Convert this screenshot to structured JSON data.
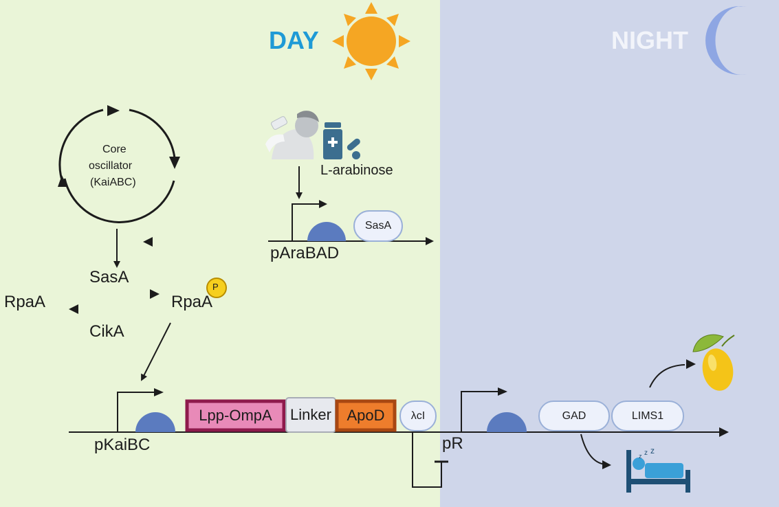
{
  "header": {
    "day": "DAY",
    "night": "NIGHT"
  },
  "colors": {
    "day_bg": "#eaf5d8",
    "night_bg": "#cfd6ea",
    "day_text": "#1f9ad6",
    "night_text": "#f2f4fa",
    "sun": "#f5a623",
    "moon": "#8ea6e3",
    "promoter": "#5b7bbf",
    "pill_fill": "#edf1fb",
    "pill_stroke": "#9ab0d8",
    "lpp_fill": "#e88ab8",
    "lpp_stroke": "#8e1a4c",
    "linker_fill": "#e7e9ee",
    "linker_stroke": "#a8acb5",
    "apod_fill": "#ee7d2c",
    "apod_stroke": "#a84712",
    "phospho": "#f6cf1e"
  },
  "oscillator": {
    "label_line1": "Core",
    "label_line2": "oscillator",
    "label_line3": "(KaiABC)"
  },
  "inducer": {
    "label": "L-arabinose"
  },
  "pathway": {
    "sasa": "SasA",
    "rpaa_left": "RpaA",
    "rpaa_right": "RpaA",
    "cika": "CikA",
    "phospho": "P"
  },
  "arabinose_operon": {
    "promoter": "pAraBAD",
    "gene": "SasA"
  },
  "main_operon": {
    "promoter": "pKaiBC",
    "parts": [
      "Lpp-OmpA",
      "Linker",
      "ApoD",
      "λcI"
    ],
    "promoter2": "pR",
    "genes": [
      "GAD",
      "LIMS1"
    ]
  },
  "icons": {
    "sun": "sun-icon",
    "moon": "crescent-moon-icon",
    "person": "person-drinking-icon",
    "medicine": "medicine-bottle-icon",
    "pills": "pills-icon",
    "bed": "sleeping-bed-icon",
    "lemon": "lemon-icon"
  }
}
